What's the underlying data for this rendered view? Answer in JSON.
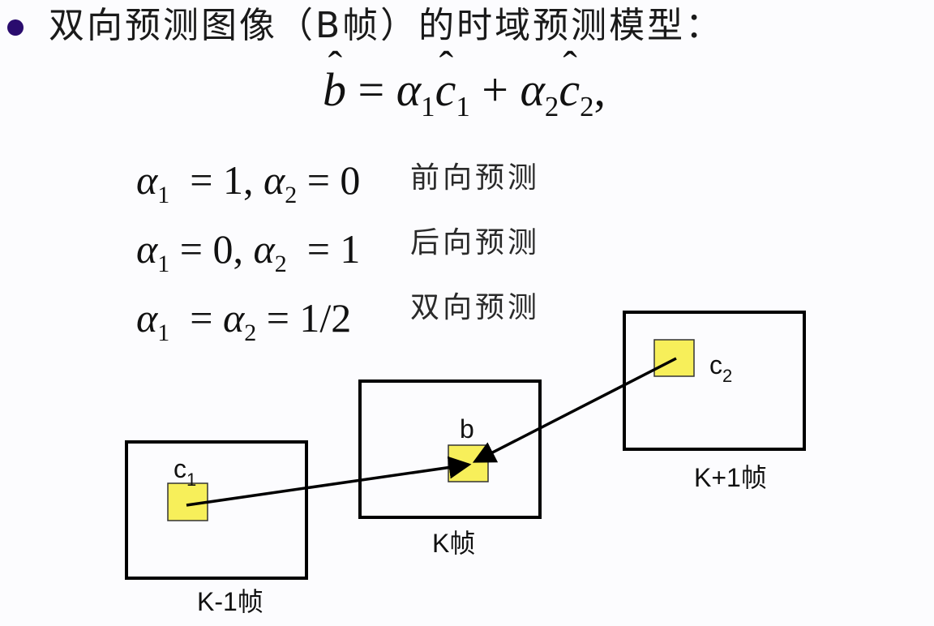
{
  "heading": {
    "bullet_color": "#2a0c6e",
    "text": "双向预测图像（B帧）的时域预测模型："
  },
  "formula": {
    "lhs": "b",
    "equals": "=",
    "term1_coef": "α",
    "term1_coef_sub": "1",
    "term1_var": "c",
    "term1_var_sub": "1",
    "plus": "+",
    "term2_coef": "α",
    "term2_coef_sub": "2",
    "term2_var": "c",
    "term2_var_sub": "2",
    "trailing": ","
  },
  "cases": [
    {
      "a1": "α",
      "a1_sub": "1",
      "expr": "  = 1, ",
      "a2": "α",
      "a2_sub": "2",
      "expr2": " = 0",
      "label": "前向预测"
    },
    {
      "a1": "α",
      "a1_sub": "1",
      "expr": " = 0, ",
      "a2": "α",
      "a2_sub": "2",
      "expr2": "  = 1",
      "label": "后向预测"
    },
    {
      "a1": "α",
      "a1_sub": "1",
      "expr": "  = ",
      "a2": "α",
      "a2_sub": "2",
      "expr2": " = 1/2",
      "label": "双向预测"
    }
  ],
  "diagram": {
    "block_color": "#f7ef5a",
    "frames": [
      {
        "label": "K-1帧",
        "block_label": "c",
        "block_sub": "1"
      },
      {
        "label": "K帧",
        "block_label": "b",
        "block_sub": ""
      },
      {
        "label": "K+1帧",
        "block_label": "c",
        "block_sub": "2"
      }
    ]
  }
}
